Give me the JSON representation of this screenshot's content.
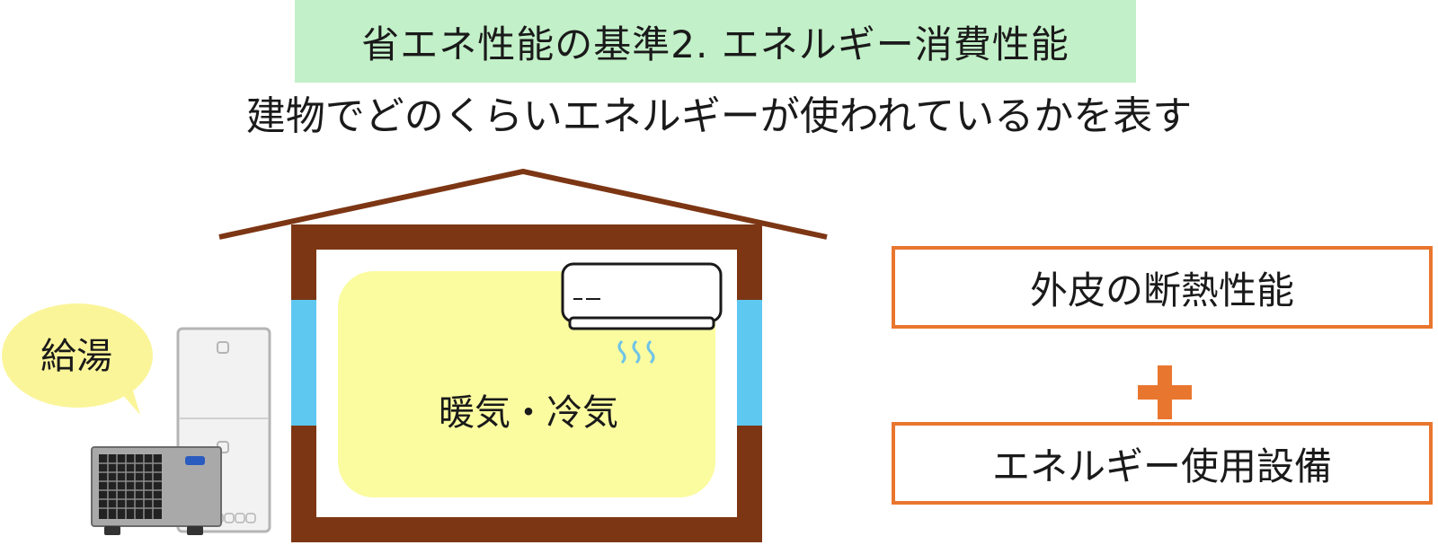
{
  "title": "省エネ性能の基準2. エネルギー消費性能",
  "subtitle": "建物でどのくらいエネルギーが使われているかを表す",
  "house": {
    "room_label": "暖気・冷気"
  },
  "hot_water": {
    "bubble_label": "給湯"
  },
  "formula": {
    "item1": "外皮の断熱性能",
    "operator": "+",
    "item2": "エネルギー使用設備"
  },
  "colors": {
    "title_bg": "#c2f0c8",
    "frame_brown": "#7d3614",
    "window_blue": "#5ec8f0",
    "room_yellow": "#fbfba0",
    "accent_orange": "#e9762e",
    "bubble_yellow": "#fbf59a"
  }
}
